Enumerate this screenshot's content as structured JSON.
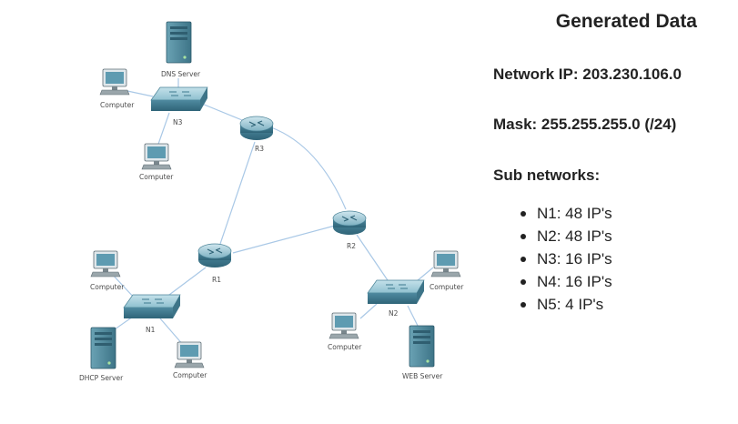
{
  "diagram": {
    "labels": {
      "dns_server": "DNS Server",
      "n3_computer_top": "Computer",
      "n3_switch": "N3",
      "n3_computer_bottom": "Computer",
      "r3": "R3",
      "r1": "R1",
      "r2": "R2",
      "n1_computer_top": "Computer",
      "n1_switch": "N1",
      "dhcp_server": "DHCP Server",
      "n1_computer_bottom": "Computer",
      "n2_computer_right": "Computer",
      "n2_switch": "N2",
      "n2_computer_left": "Computer",
      "web_server": "WEB Server"
    }
  },
  "panel": {
    "title": "Generated Data",
    "network_ip": "Network IP: 203.230.106.0",
    "mask": "Mask: 255.255.255.0 (/24)",
    "subnets_heading": "Sub networks:",
    "subnets": [
      "N1: 48 IP's",
      "N2: 48 IP's",
      "N3: 16 IP's",
      "N4: 16 IP's",
      "N5: 4 IP's"
    ]
  },
  "colors": {
    "link": "#a9c8e6",
    "device_teal": "#5d96a8",
    "text": "#222222"
  }
}
